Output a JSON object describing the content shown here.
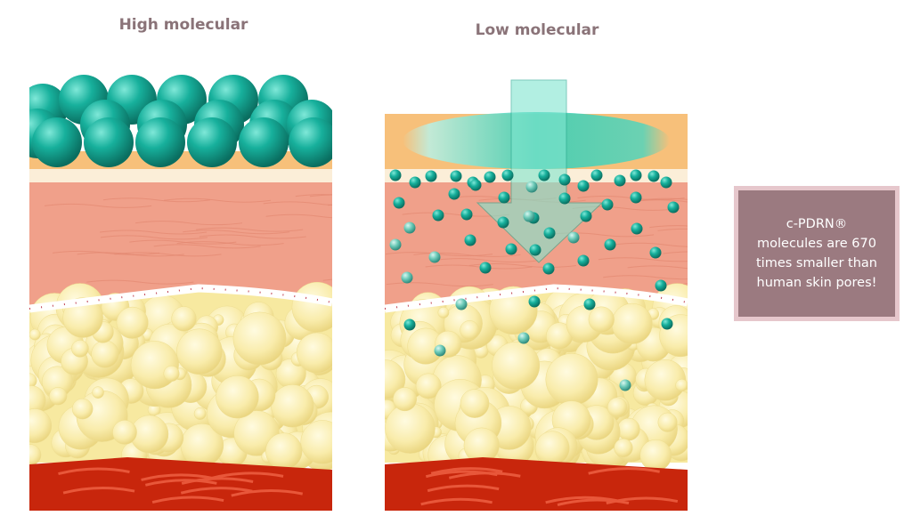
{
  "panels": {
    "left_title": "High molecular",
    "right_title": "Low molecular"
  },
  "note": {
    "lines": [
      "c-PDRN®",
      "molecules are 670",
      "times smaller than",
      "human skin pores!"
    ]
  },
  "colors": {
    "molecule": "#1ab5a0",
    "dermis": "#f0a08a",
    "epidermis": "#f7c07a",
    "fat": "#f7ec b0",
    "muscle": "#c8260c",
    "note_bg": "#9b7a80"
  }
}
